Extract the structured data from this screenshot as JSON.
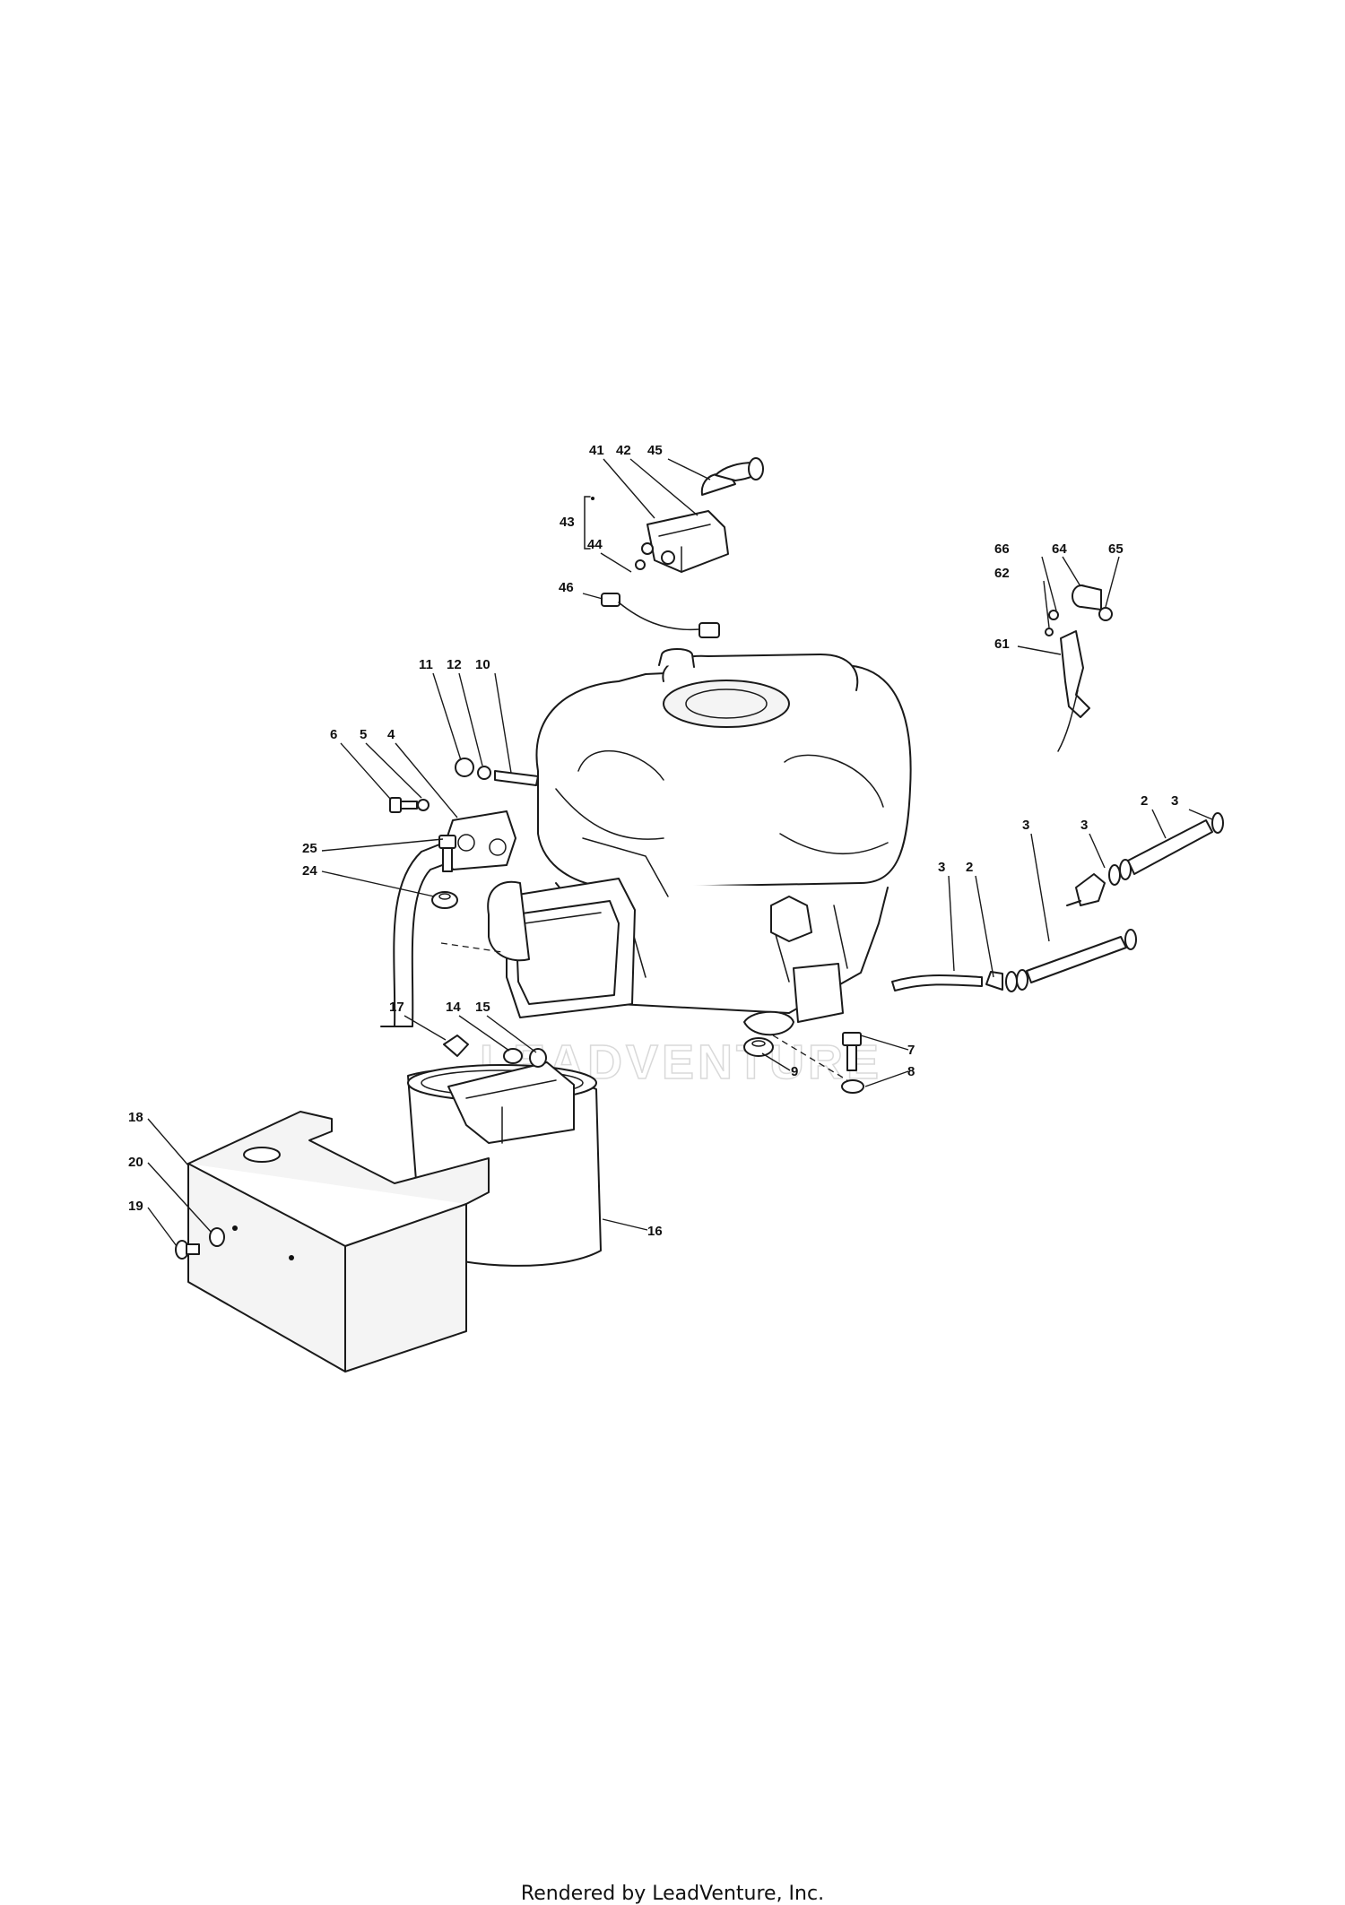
{
  "watermark": "LEADVENTURE",
  "footer": "Rendered by LeadVenture, Inc.",
  "callouts": {
    "c41": "41",
    "c42": "42",
    "c45": "45",
    "c43": "43",
    "c44": "44",
    "c46": "46",
    "c66": "66",
    "c64": "64",
    "c65": "65",
    "c62": "62",
    "c61": "61",
    "c11": "11",
    "c12": "12",
    "c10": "10",
    "c6": "6",
    "c5": "5",
    "c4": "4",
    "c25": "25",
    "c24": "24",
    "c3a": "3",
    "c2a": "2",
    "c3b": "3",
    "c3c": "3",
    "c2b": "2",
    "c3d": "3",
    "c17": "17",
    "c14": "14",
    "c15": "15",
    "c7": "7",
    "c8": "8",
    "c9": "9",
    "c18": "18",
    "c20": "20",
    "c19": "19",
    "c16": "16"
  },
  "icons": [
    "engine-block",
    "fuel-pump",
    "fuel-solenoid",
    "muffler",
    "heat-shield",
    "fuel-filter"
  ]
}
